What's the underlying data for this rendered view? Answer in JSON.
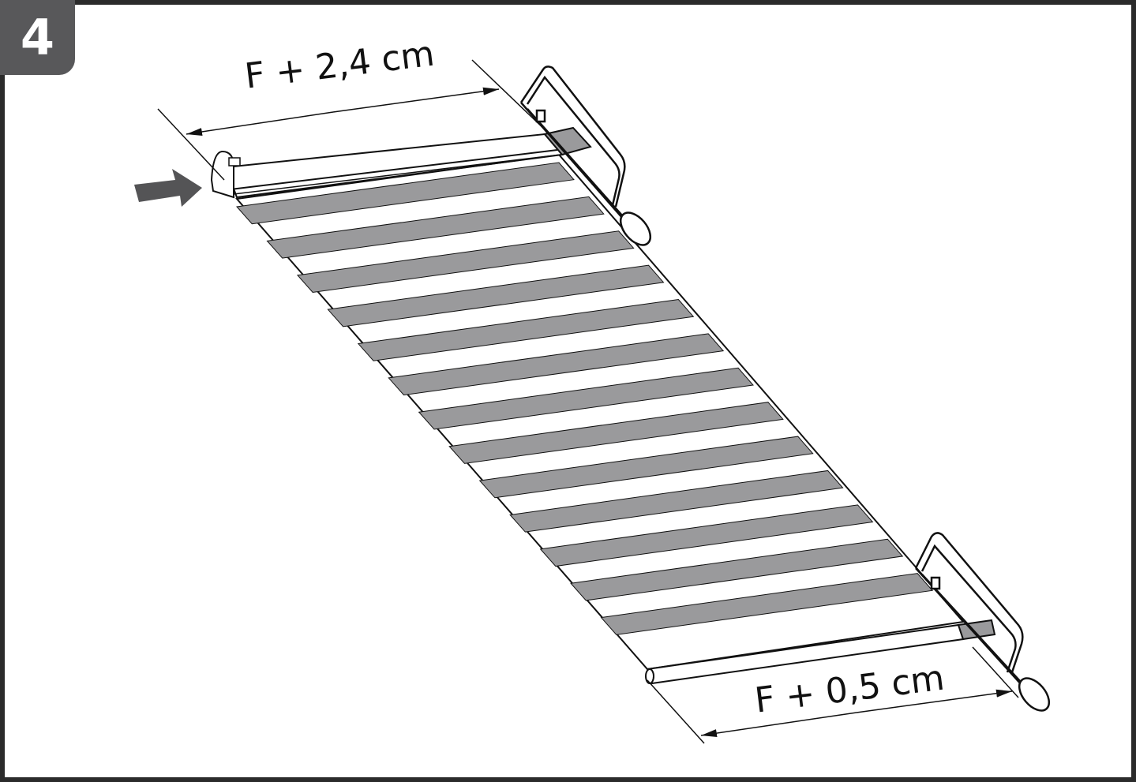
{
  "step": {
    "number": "4"
  },
  "dimensions": {
    "top_label": "F + 2,4 cm",
    "bottom_label": "F + 0,5 cm"
  },
  "colors": {
    "frame": "#2b2b2b",
    "badge": "#58585a",
    "stripe_dark": "#9a9a9c",
    "arrow": "#545456"
  },
  "illustration": {
    "blind_stripe_count": 13,
    "icons": [
      "push-arrow-icon",
      "hacksaw-icon",
      "end-cap-icon"
    ]
  }
}
